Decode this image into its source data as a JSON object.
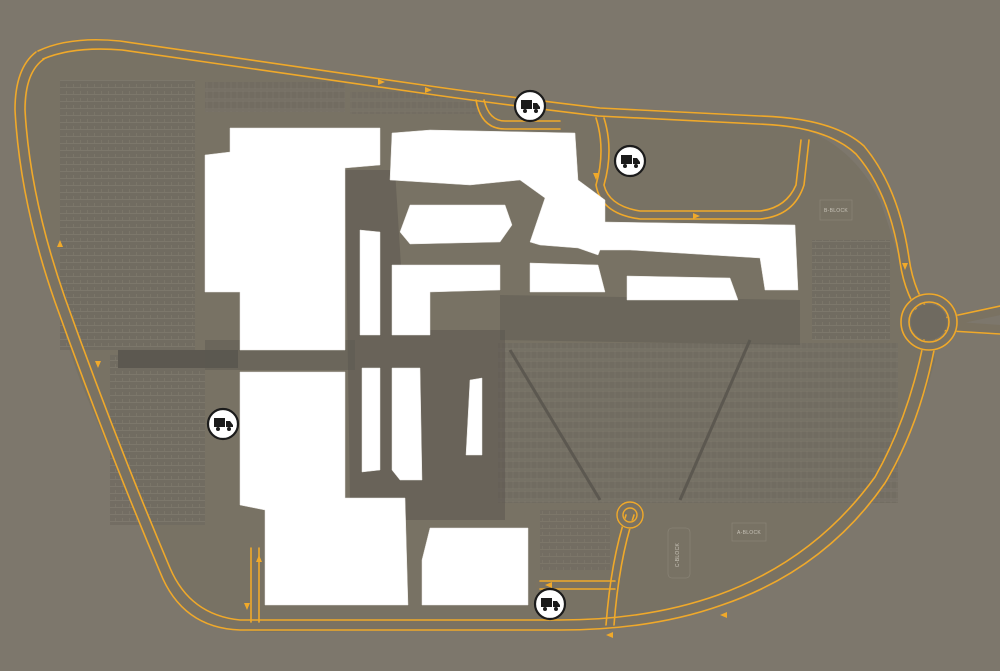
{
  "site_map": {
    "background_color": "#7d776c",
    "road_marking_color": "#f0a92a",
    "building_color": "#ffffff",
    "block_labels": [
      "B-BLOCK",
      "A-BLOCK",
      "C-BLOCK"
    ],
    "service_icon": "delivery-truck-icon",
    "service_points_count": 4,
    "roundabouts": 2
  }
}
